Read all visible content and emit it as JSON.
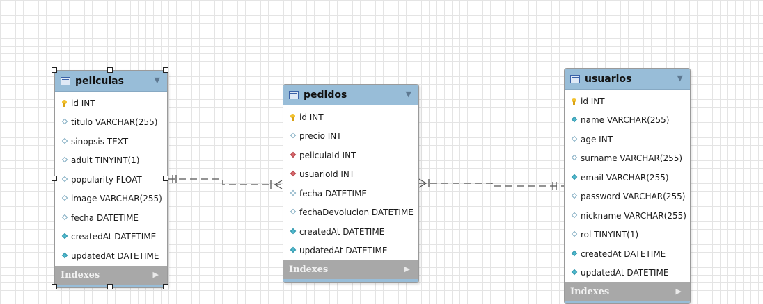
{
  "tables": [
    {
      "name": "peliculas",
      "indexes_label": "Indexes",
      "columns": [
        {
          "text": "id INT",
          "icon": "key-icon"
        },
        {
          "text": "titulo VARCHAR(255)",
          "icon": "empty-diamond-icon"
        },
        {
          "text": "sinopsis TEXT",
          "icon": "empty-diamond-icon"
        },
        {
          "text": "adult TINYINT(1)",
          "icon": "empty-diamond-icon"
        },
        {
          "text": "popularity FLOAT",
          "icon": "empty-diamond-icon"
        },
        {
          "text": "image VARCHAR(255)",
          "icon": "empty-diamond-icon"
        },
        {
          "text": "fecha DATETIME",
          "icon": "empty-diamond-icon"
        },
        {
          "text": "createdAt DATETIME",
          "icon": "filled-diamond-icon"
        },
        {
          "text": "updatedAt DATETIME",
          "icon": "filled-diamond-icon"
        }
      ]
    },
    {
      "name": "pedidos",
      "indexes_label": "Indexes",
      "columns": [
        {
          "text": "id INT",
          "icon": "key-icon"
        },
        {
          "text": "precio INT",
          "icon": "empty-diamond-icon"
        },
        {
          "text": "peliculaId INT",
          "icon": "foreign-key-diamond-icon"
        },
        {
          "text": "usuarioId INT",
          "icon": "foreign-key-diamond-icon"
        },
        {
          "text": "fecha DATETIME",
          "icon": "empty-diamond-icon"
        },
        {
          "text": "fechaDevolucion DATETIME",
          "icon": "empty-diamond-icon"
        },
        {
          "text": "createdAt DATETIME",
          "icon": "filled-diamond-icon"
        },
        {
          "text": "updatedAt DATETIME",
          "icon": "filled-diamond-icon"
        }
      ]
    },
    {
      "name": "usuarios",
      "indexes_label": "Indexes",
      "columns": [
        {
          "text": "id INT",
          "icon": "key-icon"
        },
        {
          "text": "name VARCHAR(255)",
          "icon": "filled-diamond-icon"
        },
        {
          "text": "age INT",
          "icon": "empty-diamond-icon"
        },
        {
          "text": "surname VARCHAR(255)",
          "icon": "empty-diamond-icon"
        },
        {
          "text": "email VARCHAR(255)",
          "icon": "filled-diamond-icon"
        },
        {
          "text": "password VARCHAR(255)",
          "icon": "empty-diamond-icon"
        },
        {
          "text": "nickname VARCHAR(255)",
          "icon": "empty-diamond-icon"
        },
        {
          "text": "rol TINYINT(1)",
          "icon": "empty-diamond-icon"
        },
        {
          "text": "createdAt DATETIME",
          "icon": "filled-diamond-icon"
        },
        {
          "text": "updatedAt DATETIME",
          "icon": "filled-diamond-icon"
        }
      ]
    }
  ],
  "relationships": [
    {
      "from": "peliculas",
      "to": "pedidos",
      "from_notation": "one-and-only-one",
      "to_notation": "one-or-many"
    },
    {
      "from": "pedidos",
      "to": "usuarios",
      "from_notation": "one-or-many",
      "to_notation": "one-and-only-one"
    }
  ],
  "colors": {
    "header": "#98bdd8",
    "footer": "#a8a8a8",
    "connector": "#555555",
    "key": "#f2c230",
    "foreign_key": "#d7666b",
    "filled_attribute": "#4fb8cc"
  }
}
